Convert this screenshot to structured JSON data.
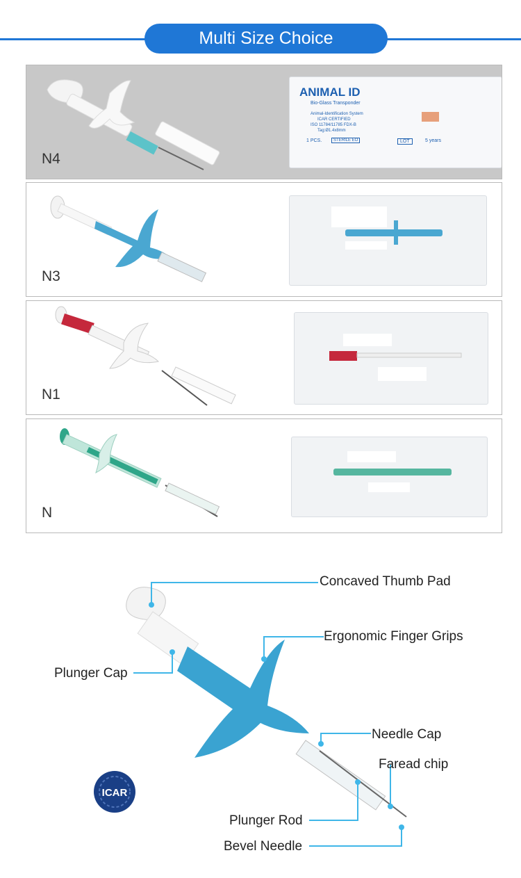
{
  "header": {
    "title": "Multi Size Choice"
  },
  "sizes": [
    {
      "label": "N4",
      "accent": "#ffffff",
      "packaged": true
    },
    {
      "label": "N3",
      "accent": "#4aa7d1",
      "packaged": true
    },
    {
      "label": "N1",
      "accent": "#c5283c",
      "packaged": true
    },
    {
      "label": "N",
      "accent": "#2fa689",
      "packaged": true
    }
  ],
  "package_n4": {
    "brand": "ANIMAL ID",
    "subtitle": "Bio-Glass Transponder",
    "line1": "Animal-Identification System",
    "line2": "ICAR CERTIFIED",
    "line3": "ISO 11784/11785 FDX-B",
    "line4": "Tag:Ø1.4x8mm",
    "pcs": "1 PCS.",
    "sterile": "STERILE EO",
    "lot": "LOT",
    "years": "5 years"
  },
  "diagram": {
    "labels": {
      "thumb_pad": "Concaved Thumb Pad",
      "finger_grips": "Ergonomic Finger Grips",
      "plunger_cap": "Plunger Cap",
      "needle_cap": "Needle Cap",
      "chip": "Faread chip",
      "plunger_rod": "Plunger Rod",
      "bevel_needle": "Bevel Needle"
    },
    "logo_text": "ICAR",
    "callout_color": "#3fb6e8",
    "syringe_color": "#3aa3d1"
  }
}
